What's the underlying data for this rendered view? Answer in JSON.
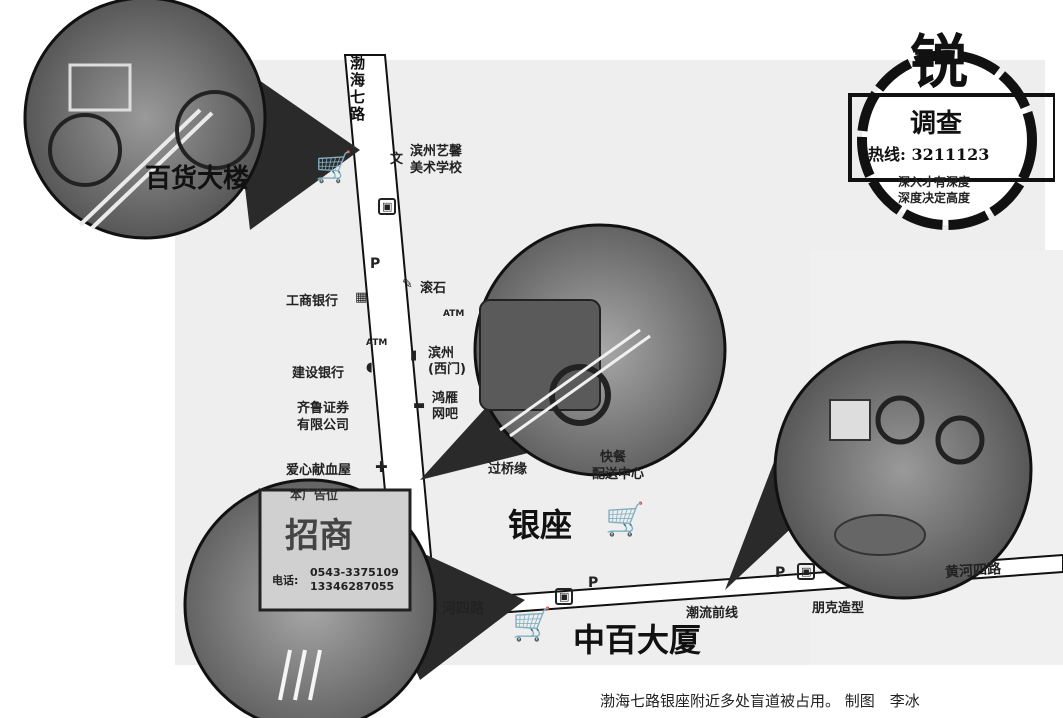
{
  "roads": {
    "vertical": "渤海七路",
    "horizontal_left": "河四路",
    "horizontal_right": "黄河四路"
  },
  "landmarks": {
    "baihuo": "百货大楼",
    "yinzuo": "银座",
    "zhongbai": "中百大厦"
  },
  "poi": {
    "art_school_1": "滨州艺馨",
    "art_school_2": "美术学校",
    "gunshi": "滚石",
    "icbc": "工商银行",
    "atm1": "ATM",
    "atm2": "ATM",
    "ccb": "建设银行",
    "binzhou_1": "滨州",
    "binzhou_2": "(西门)",
    "netcafe_1": "鸿雁",
    "netcafe_2": "网吧",
    "qilu_1": "齐鲁证券",
    "qilu_2": "有限公司",
    "blood": "爱心献血屋",
    "guoqiao": "过桥缘",
    "kuaican_1": "快餐",
    "kuaican_2": "配送中心",
    "chaoliu": "潮流前线",
    "pengke": "朋克造型",
    "parking": "P"
  },
  "photo_text": {
    "ad_title": "招商",
    "ad_sub": "本广告位",
    "ad_phone_label": "电话:",
    "ad_phone_1": "0543-3375109",
    "ad_phone_2": "13346287055"
  },
  "badge": {
    "title": "锐",
    "subtitle": "调查",
    "hotline": "热线: 3211123",
    "slogan_1": "深入才有深度",
    "slogan_2": "深度决定高度"
  },
  "caption": "渤海七路银座附近多处盲道被占用。 制图　李冰",
  "colors": {
    "map_bg": "#eeeeee",
    "road": "#ffffff",
    "tactile": "#c8c8c8"
  },
  "icons": [
    "shopping-cart-icon",
    "bus-stop-icon",
    "parking-icon",
    "bank-icon",
    "hospital-cross-icon"
  ]
}
